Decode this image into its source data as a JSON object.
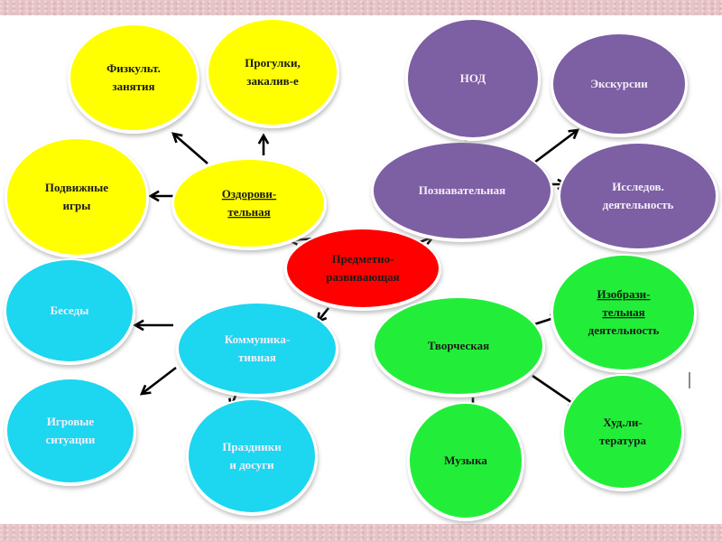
{
  "title": "Предметно-развивающая среда",
  "colors": {
    "center": "#ff0000",
    "health": "#ffff00",
    "cognitive": "#7d5fa3",
    "communicative": "#1dd6f0",
    "creative": "#22ee3a",
    "band": "#e6c3c6",
    "arrow": "#000000",
    "dark_text": "#1a1a1a",
    "light_text": "#f4eef8"
  },
  "nodes": {
    "center": {
      "lines": [
        "Предметно-",
        "развивающая"
      ],
      "group": "center"
    },
    "health": {
      "lines": [
        "Оздорови-",
        "тельная"
      ],
      "group": "health",
      "underlined": true
    },
    "phys": {
      "lines": [
        "Физкульт.",
        "занятия"
      ],
      "group": "health"
    },
    "walks": {
      "lines": [
        "Прогулки,",
        "закалив-е"
      ],
      "group": "health"
    },
    "games": {
      "lines": [
        "Подвижные",
        "игры"
      ],
      "group": "health"
    },
    "cognitive": {
      "lines": [
        "Познавательная"
      ],
      "group": "cognitive"
    },
    "nod": {
      "lines": [
        "НОД"
      ],
      "group": "cognitive"
    },
    "excursions": {
      "lines": [
        "Экскурсии"
      ],
      "group": "cognitive"
    },
    "research": {
      "lines": [
        "Исследов.",
        "деятельность"
      ],
      "group": "cognitive"
    },
    "communicative": {
      "lines": [
        "Коммуника-",
        "тивная"
      ],
      "group": "communicative"
    },
    "talks": {
      "lines": [
        "Беседы"
      ],
      "group": "communicative"
    },
    "play": {
      "lines": [
        "Игровые",
        "ситуации"
      ],
      "group": "communicative"
    },
    "holidays": {
      "lines": [
        "Праздники",
        "и досуги"
      ],
      "group": "communicative"
    },
    "creative": {
      "lines": [
        "Творческая"
      ],
      "group": "creative"
    },
    "art": {
      "lines": [
        "Изобрази-",
        "тельная",
        "деятельность"
      ],
      "group": "creative",
      "underlined_lines": 2
    },
    "music": {
      "lines": [
        "Музыка"
      ],
      "group": "creative"
    },
    "literature": {
      "lines": [
        "Худ.ли-",
        "тература"
      ],
      "group": "creative"
    }
  },
  "edges": [
    [
      "center",
      "health"
    ],
    [
      "center",
      "cognitive"
    ],
    [
      "center",
      "communicative"
    ],
    [
      "center",
      "creative"
    ],
    [
      "health",
      "phys"
    ],
    [
      "health",
      "walks"
    ],
    [
      "health",
      "games"
    ],
    [
      "cognitive",
      "nod"
    ],
    [
      "cognitive",
      "excursions"
    ],
    [
      "cognitive",
      "research"
    ],
    [
      "communicative",
      "talks"
    ],
    [
      "communicative",
      "play"
    ],
    [
      "communicative",
      "holidays"
    ],
    [
      "creative",
      "art"
    ],
    [
      "creative",
      "music"
    ],
    [
      "creative",
      "literature"
    ]
  ]
}
